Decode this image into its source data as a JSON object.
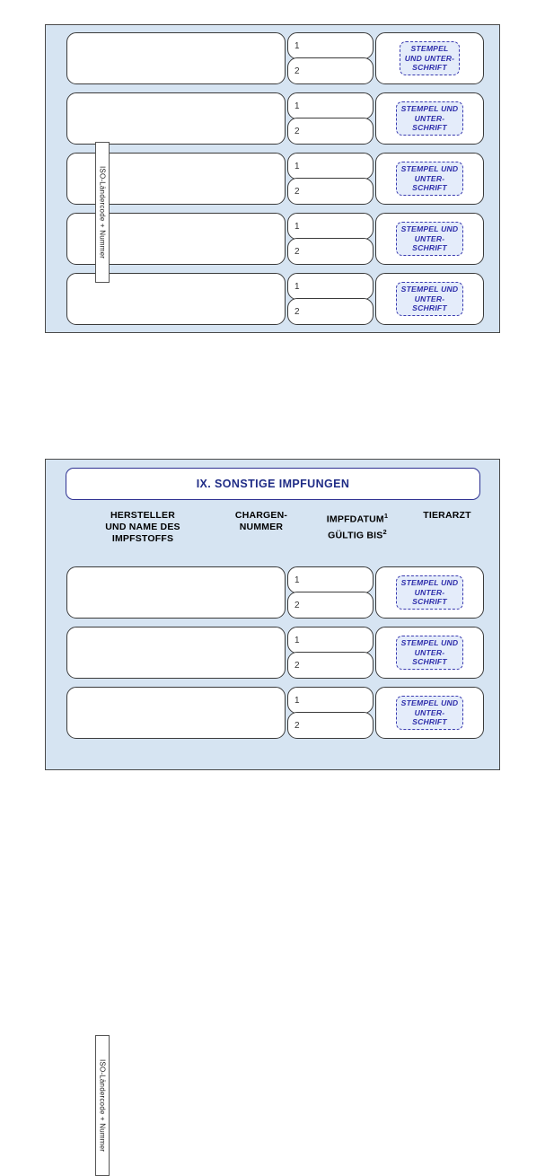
{
  "document": {
    "language": "de",
    "kind": "pet-passport-vaccination-table"
  },
  "colors": {
    "panel_background": "#d6e4f2",
    "panel_border": "#4a4a4a",
    "title_border": "#2e3192",
    "title_text": "#1f2c86",
    "stamp_text": "#2e2eab",
    "stamp_border": "#3b3bb0",
    "stamp_fill": "#e4ecfa",
    "cell_background": "#ffffff",
    "cell_border": "#3a3a3a"
  },
  "side_tab": {
    "label": "ISO-Ländercode + Nummer"
  },
  "stamp": {
    "label": "STEMPEL\nUND UNTER-\nSCHRIFT"
  },
  "date_labels": {
    "first": "1",
    "second": "2"
  },
  "top_panel": {
    "rows": [
      {
        "manufacturer": "",
        "batch": "",
        "date_1": "",
        "date_2": "",
        "vet_stamp": "STEMPEL\nUND UNTER-\nSCHRIFT"
      },
      {
        "manufacturer": "",
        "batch": "",
        "date_1": "",
        "date_2": "",
        "vet_stamp": "STEMPEL UND\nUNTER-\nSCHRIFT"
      },
      {
        "manufacturer": "",
        "batch": "",
        "date_1": "",
        "date_2": "",
        "vet_stamp": "STEMPEL UND\nUNTER-\nSCHRIFT"
      },
      {
        "manufacturer": "",
        "batch": "",
        "date_1": "",
        "date_2": "",
        "vet_stamp": "STEMPEL UND\nUNTER-\nSCHRIFT"
      },
      {
        "manufacturer": "",
        "batch": "",
        "date_1": "",
        "date_2": "",
        "vet_stamp": "STEMPEL UND\nUNTER-\nSCHRIFT"
      }
    ]
  },
  "bottom_panel": {
    "title": "IX. SONSTIGE IMPFUNGEN",
    "column_headers": [
      "HERSTELLER UND NAME DES IMPFSTOFFS",
      "CHARGEN- NUMMER",
      "IMPFDATUM GÜLTIG BIS",
      "TIERARZT"
    ],
    "column_headers_detail": [
      {
        "lines": [
          "HERSTELLER",
          "UND NAME DES",
          "IMPFSTOFFS"
        ],
        "superscripts": []
      },
      {
        "lines": [
          "CHARGEN-",
          "NUMMER"
        ],
        "superscripts": []
      },
      {
        "lines": [
          "IMPFDATUM",
          "GÜLTIG BIS"
        ],
        "superscripts": [
          "1",
          "2"
        ]
      },
      {
        "lines": [
          "TIERARZT"
        ],
        "superscripts": []
      }
    ],
    "rows": [
      {
        "manufacturer": "",
        "batch": "",
        "date_1": "",
        "date_2": "",
        "vet_stamp": "STEMPEL UND\nUNTER-\nSCHRIFT"
      },
      {
        "manufacturer": "",
        "batch": "",
        "date_1": "",
        "date_2": "",
        "vet_stamp": "STEMPEL UND\nUNTER-\nSCHRIFT"
      },
      {
        "manufacturer": "",
        "batch": "",
        "date_1": "",
        "date_2": "",
        "vet_stamp": "STEMPEL UND\nUNTER-\nSCHRIFT"
      }
    ]
  }
}
